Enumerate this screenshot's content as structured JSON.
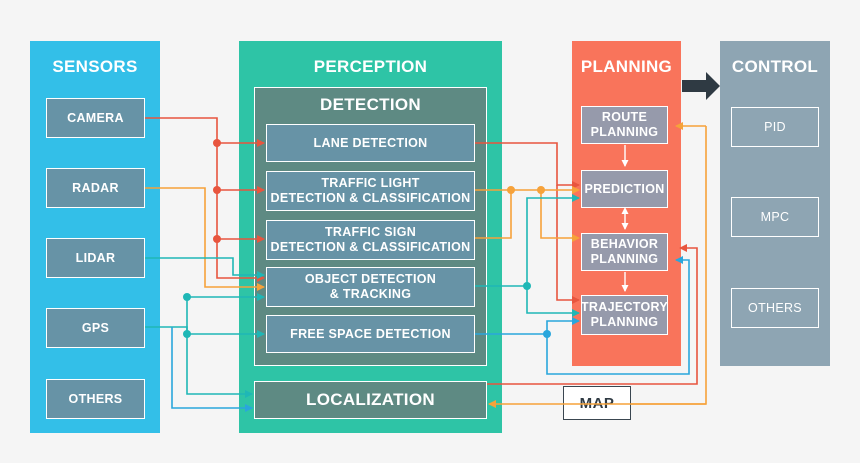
{
  "colors": {
    "sensors": "#33bfe8",
    "perception": "#2ec4a6",
    "planning": "#f9745b",
    "control": "#8ea5b3",
    "node": "#6793a6",
    "perception_inner": "#5e8a83",
    "planning_node": "#969aab",
    "red_wire": "#e8553e",
    "orange_wire": "#f6a23a",
    "teal_wire": "#1fb7b6",
    "blue_wire": "#2aa6dc",
    "arrow_dark": "#2f3a43"
  },
  "sensors": {
    "title": "SENSORS",
    "items": [
      "CAMERA",
      "RADAR",
      "LIDAR",
      "GPS",
      "OTHERS"
    ]
  },
  "perception": {
    "title": "PERCEPTION",
    "detection": {
      "title": "DETECTION",
      "items": [
        "LANE DETECTION",
        "TRAFFIC LIGHT\nDETECTION & CLASSIFICATION",
        "TRAFFIC SIGN\nDETECTION & CLASSIFICATION",
        "OBJECT DETECTION\n& TRACKING",
        "FREE SPACE DETECTION"
      ]
    },
    "localization": "LOCALIZATION"
  },
  "planning": {
    "title": "PLANNING",
    "items": [
      "ROUTE\nPLANNING",
      "PREDICTION",
      "BEHAVIOR\nPLANNING",
      "TRAJECTORY\nPLANNING"
    ]
  },
  "control": {
    "title": "CONTROL",
    "items": [
      "PID",
      "MPC",
      "OTHERS"
    ]
  },
  "map": "MAP"
}
